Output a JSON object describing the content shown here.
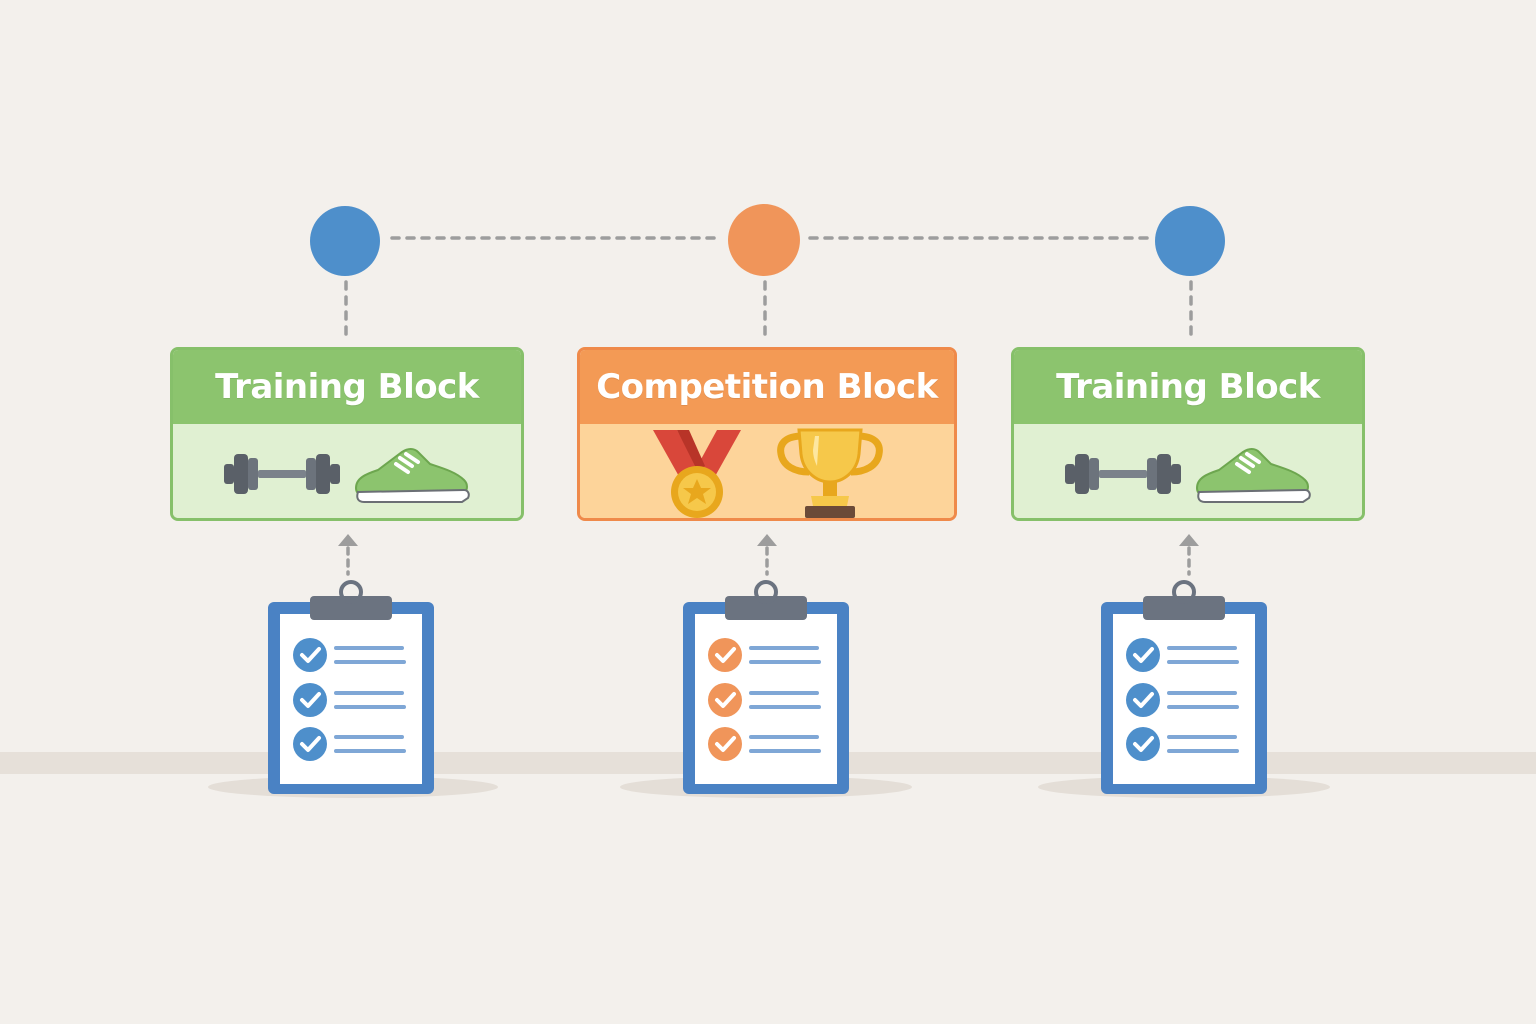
{
  "timeline": {
    "nodes": [
      {
        "id": "node-1",
        "color": "#4e8fcb"
      },
      {
        "id": "node-2",
        "color": "#f0955a"
      },
      {
        "id": "node-3",
        "color": "#4e8fcb"
      }
    ]
  },
  "blocks": [
    {
      "title": "Training Block",
      "theme": {
        "border": "#86c06a",
        "header": "#8cc46e",
        "body": "#e0f0d2"
      },
      "icons": [
        "dumbbell-icon",
        "sneaker-icon"
      ],
      "checklist": {
        "check_color": "#4e8fcb",
        "item_count": 3
      }
    },
    {
      "title": "Competition Block",
      "theme": {
        "border": "#ef8a4a",
        "header": "#f39a55",
        "body": "#fdd49a"
      },
      "icons": [
        "medal-icon",
        "trophy-icon"
      ],
      "checklist": {
        "check_color": "#f0955a",
        "item_count": 3
      }
    },
    {
      "title": "Training Block",
      "theme": {
        "border": "#86c06a",
        "header": "#8cc46e",
        "body": "#e0f0d2"
      },
      "icons": [
        "dumbbell-icon",
        "sneaker-icon"
      ],
      "checklist": {
        "check_color": "#4e8fcb",
        "item_count": 3
      }
    }
  ],
  "colors": {
    "background": "#f3f0ec",
    "connector": "#9d9d9d",
    "clipboard_frame": "#4a82c4",
    "clipboard_clip": "#6b7380",
    "checklist_line": "#7fa7d6"
  }
}
